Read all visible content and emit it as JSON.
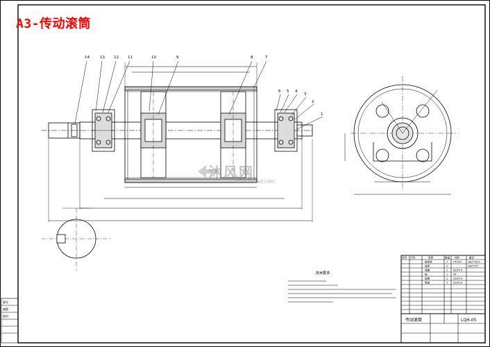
{
  "title": "A3-传动滚筒",
  "watermark": {
    "text": "沐风网",
    "url": "www.mfcad.com"
  },
  "colors": {
    "frame": "#000000",
    "title": "#ff0000",
    "dimension": "#000000",
    "watermark": "#9a9a9a"
  },
  "part_labels": [
    "14",
    "13",
    "12",
    "11",
    "10",
    "9",
    "8",
    "7",
    "6",
    "5",
    "4",
    "3",
    "2",
    "1"
  ],
  "tech_requirements_heading": "技术要求",
  "drawing_number": "LQH-05",
  "drawing_name": "传动滚筒",
  "bom_cells": [
    "序号",
    "代号",
    "名称",
    "数量",
    "材料",
    "备注",
    "轴承座",
    "1",
    "HT200",
    "GB/T7810",
    "轴承",
    "2",
    "GB/T297",
    "端盖",
    "2",
    "Q235-A",
    "轴",
    "1",
    "45",
    "轮毂",
    "2",
    "Q235-A",
    "筒皮",
    "1",
    "Q235-A"
  ],
  "left_block_labels": [
    "图号",
    "描图",
    "校对"
  ]
}
